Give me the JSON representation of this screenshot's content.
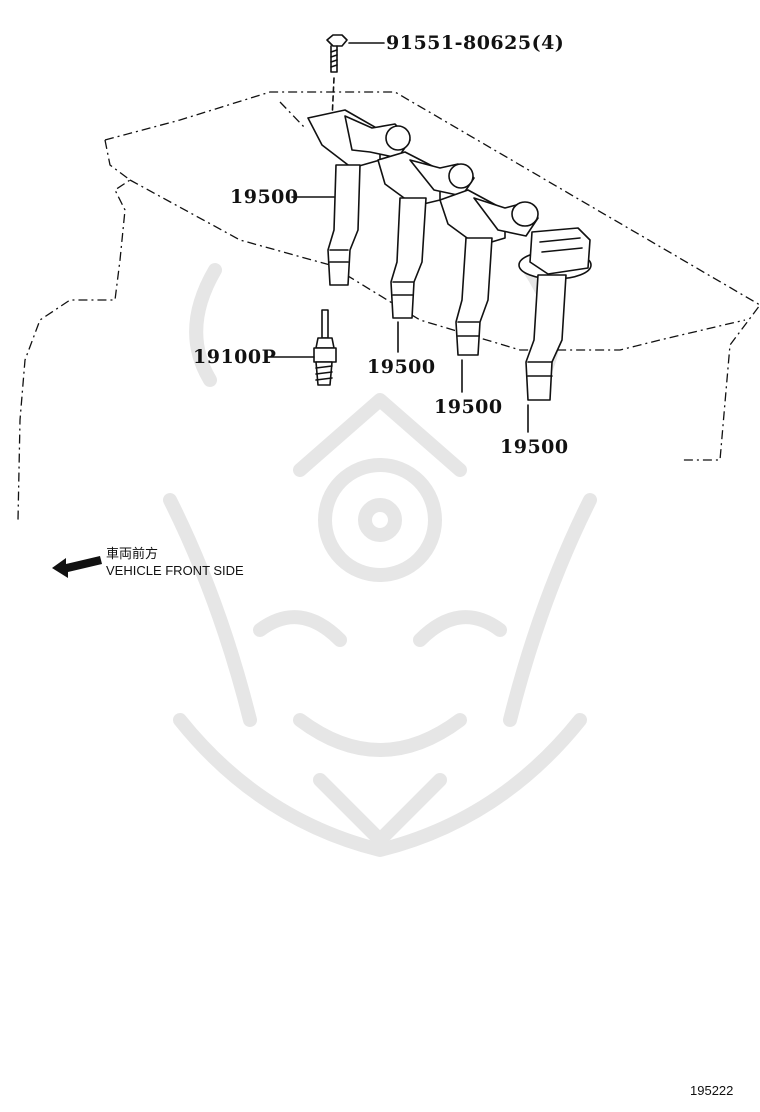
{
  "labels": {
    "bolt": "91551-80625(4)",
    "coil_1": "19500",
    "coil_2": "19500",
    "coil_3": "19500",
    "coil_4": "19500",
    "spark_plug": "19100P"
  },
  "direction": {
    "jp": "車両前方",
    "en": "VEHICLE FRONT SIDE"
  },
  "figure_number": "195222",
  "colors": {
    "line": "#111111",
    "watermark": "#e6e6e6",
    "background": "#ffffff"
  },
  "icons": {
    "front_arrow": "arrow-left-icon",
    "watermark": "samurai-mask-watermark"
  }
}
